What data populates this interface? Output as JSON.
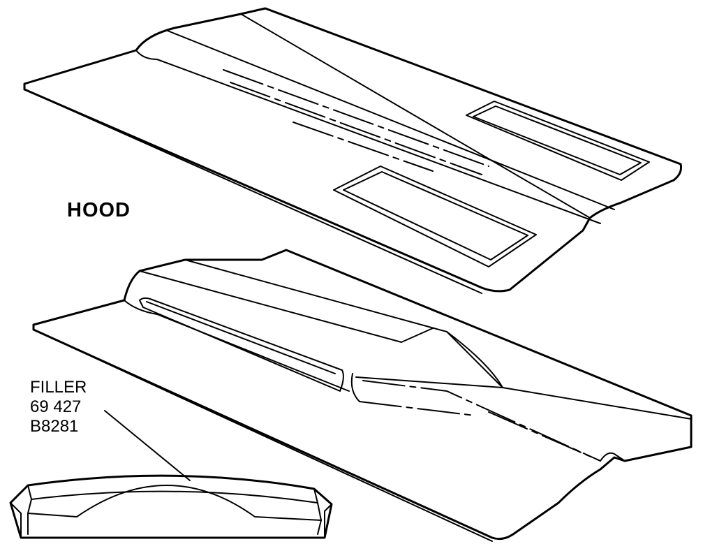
{
  "hood_label": "HOOD",
  "filler_label": {
    "name": "FILLER",
    "code1": "69 427",
    "code2": "B8281"
  }
}
